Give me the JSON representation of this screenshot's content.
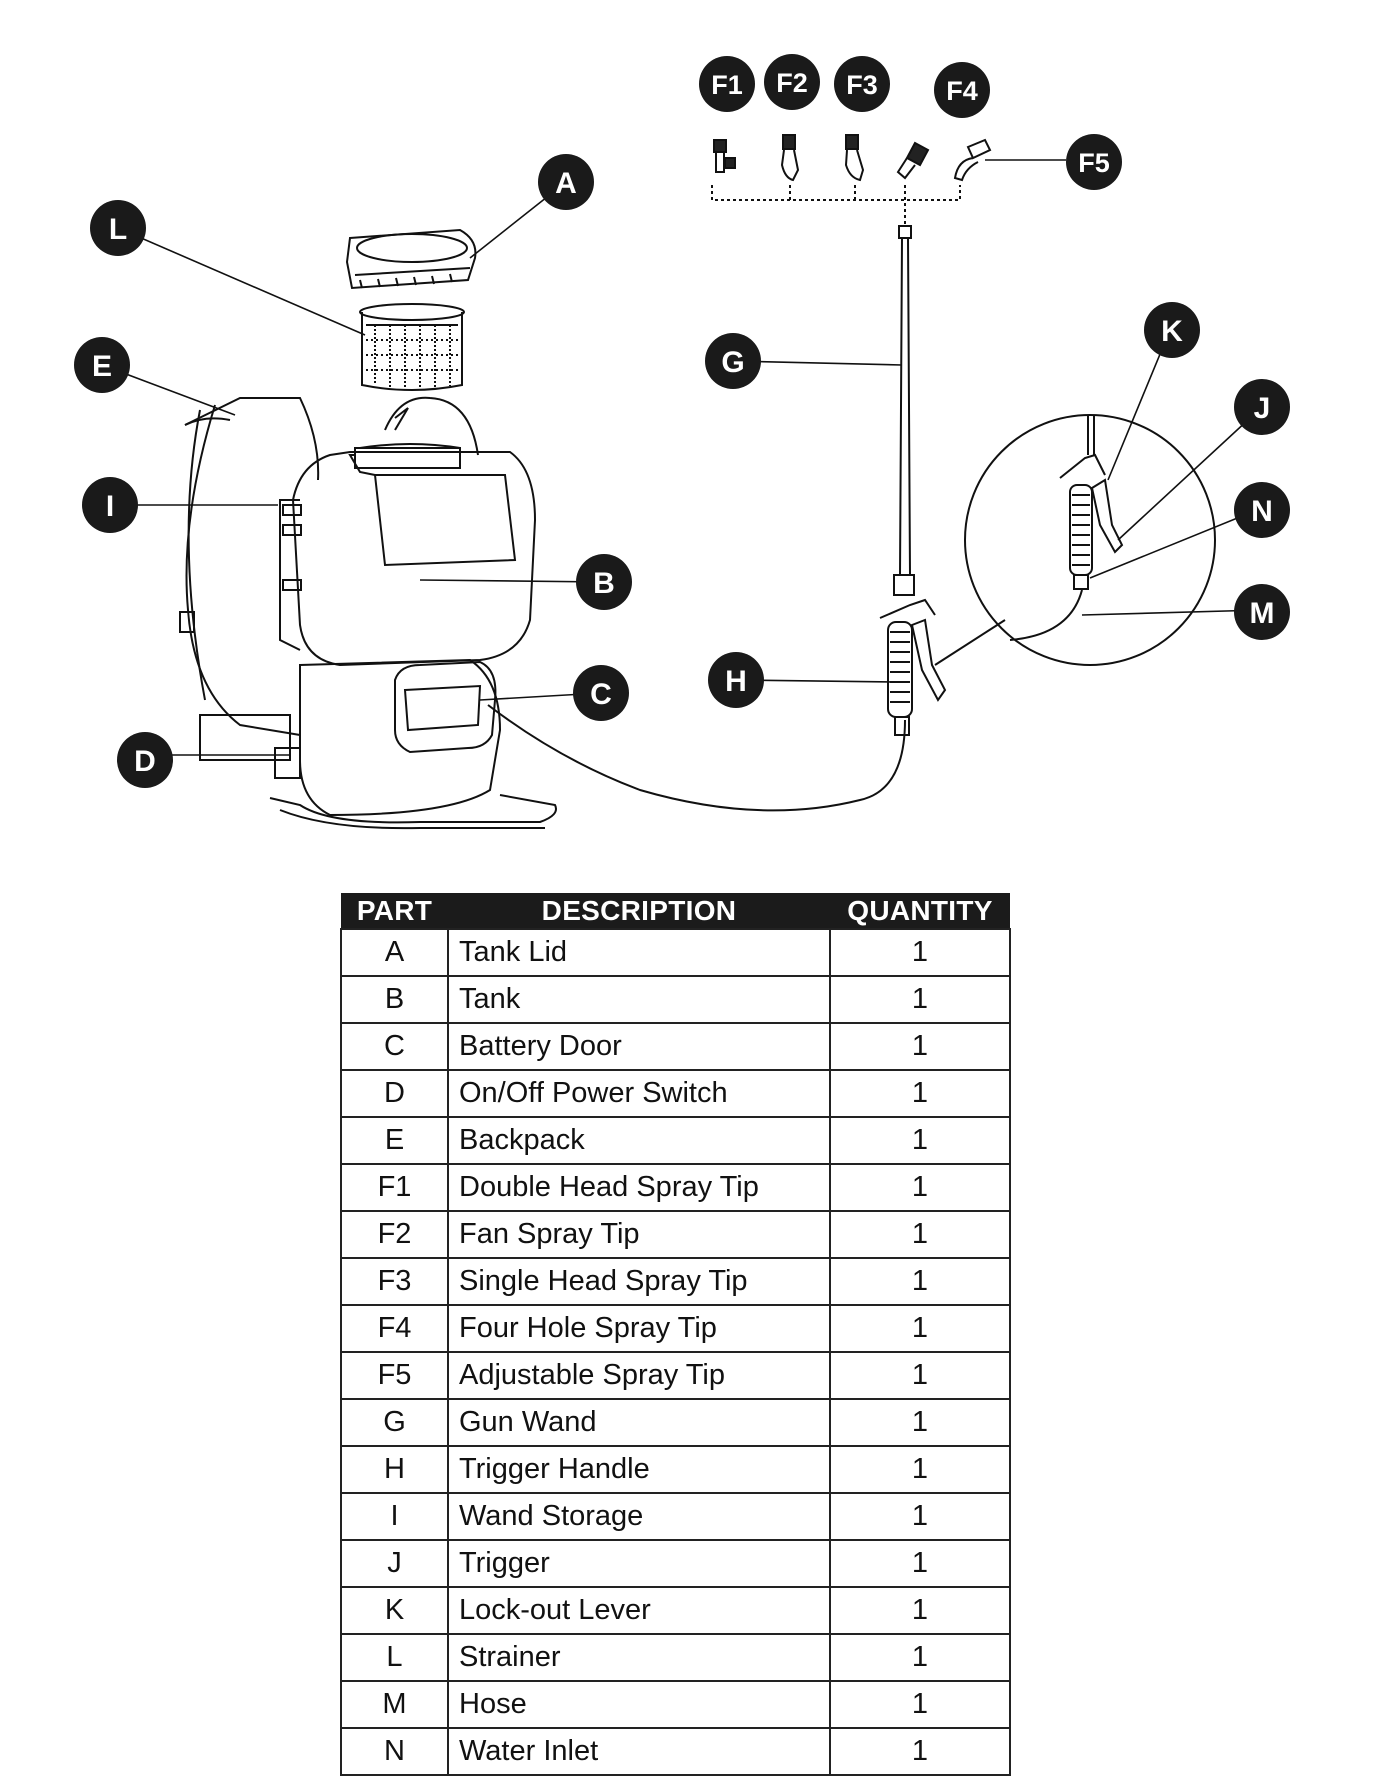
{
  "callouts": {
    "A": "A",
    "B": "B",
    "C": "C",
    "D": "D",
    "E": "E",
    "F1": "F1",
    "F2": "F2",
    "F3": "F3",
    "F4": "F4",
    "F5": "F5",
    "G": "G",
    "H": "H",
    "I": "I",
    "J": "J",
    "K": "K",
    "L": "L",
    "M": "M",
    "N": "N"
  },
  "table": {
    "headers": {
      "part": "PART",
      "description": "DESCRIPTION",
      "quantity": "QUANTITY"
    },
    "rows": [
      {
        "part": "A",
        "description": "Tank Lid",
        "quantity": "1"
      },
      {
        "part": "B",
        "description": "Tank",
        "quantity": "1"
      },
      {
        "part": "C",
        "description": "Battery Door",
        "quantity": "1"
      },
      {
        "part": "D",
        "description": "On/Off Power Switch",
        "quantity": "1"
      },
      {
        "part": "E",
        "description": "Backpack",
        "quantity": "1"
      },
      {
        "part": "F1",
        "description": "Double Head Spray Tip",
        "quantity": "1"
      },
      {
        "part": "F2",
        "description": "Fan Spray Tip",
        "quantity": "1"
      },
      {
        "part": "F3",
        "description": "Single Head Spray Tip",
        "quantity": "1"
      },
      {
        "part": "F4",
        "description": "Four Hole Spray Tip",
        "quantity": "1"
      },
      {
        "part": "F5",
        "description": "Adjustable Spray Tip",
        "quantity": "1"
      },
      {
        "part": "G",
        "description": "Gun Wand",
        "quantity": "1"
      },
      {
        "part": "H",
        "description": "Trigger Handle",
        "quantity": "1"
      },
      {
        "part": "I",
        "description": "Wand Storage",
        "quantity": "1"
      },
      {
        "part": "J",
        "description": "Trigger",
        "quantity": "1"
      },
      {
        "part": "K",
        "description": "Lock-out Lever",
        "quantity": "1"
      },
      {
        "part": "L",
        "description": "Strainer",
        "quantity": "1"
      },
      {
        "part": "M",
        "description": "Hose",
        "quantity": "1"
      },
      {
        "part": "N",
        "description": "Water Inlet",
        "quantity": "1"
      }
    ]
  }
}
